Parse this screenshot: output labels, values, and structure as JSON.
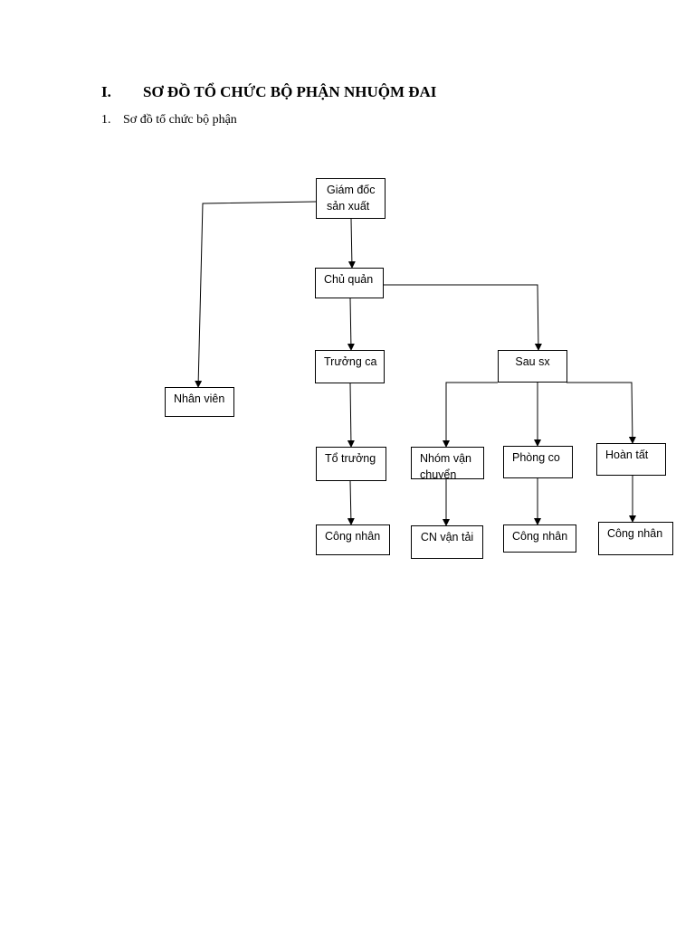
{
  "heading": {
    "number": "I.",
    "title": "SƠ ĐỒ TỔ CHỨC BỘ PHẬN NHUỘM ĐAI"
  },
  "subheading": {
    "number": "1.",
    "title": "Sơ đồ tổ chức bộ phận"
  },
  "org_chart": {
    "director": "Giám đốc sản xuất",
    "supervisor": "Chủ quản",
    "staff": "Nhân viên",
    "shift_leader": "Trưởng ca",
    "post_production": "Sau sx",
    "team_leader": "Tổ trưởng",
    "transport_group": "Nhóm vận chuyển",
    "shrink_room": "Phòng co",
    "finishing": "Hoàn tất",
    "worker_left": "Công nhân",
    "transport_worker": "CN vận tải",
    "worker_shrink": "Công nhân",
    "worker_finishing": "Công nhân"
  }
}
